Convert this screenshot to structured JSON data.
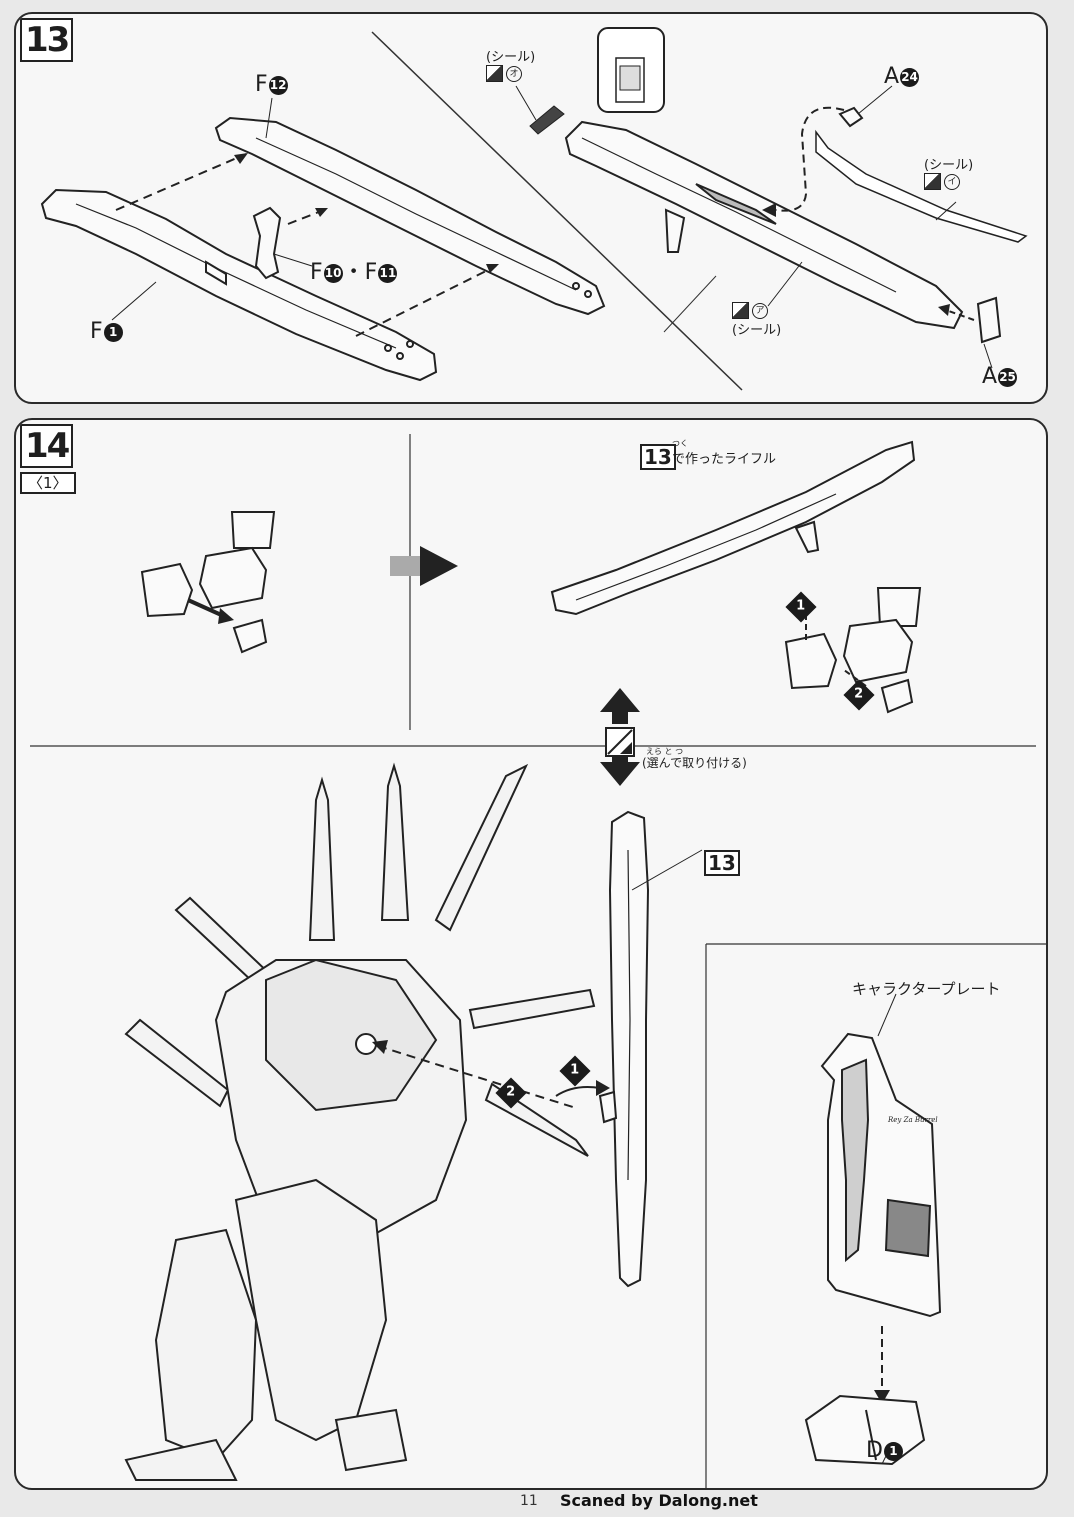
{
  "step13": {
    "number": "13",
    "parts": {
      "f12": {
        "letter": "F",
        "num": "12"
      },
      "f1": {
        "letter": "F",
        "num": "1"
      },
      "f10": {
        "letter": "F",
        "num": "10"
      },
      "f11": {
        "letter": "F",
        "num": "11"
      },
      "joiner": "・",
      "a24": {
        "letter": "A",
        "num": "24"
      },
      "a25": {
        "letter": "A",
        "num": "25"
      }
    },
    "sticker_o": {
      "label": "(シール)",
      "mark": "オ"
    },
    "sticker_i": {
      "label": "(シール)",
      "mark": "イ"
    },
    "sticker_a": {
      "label": "(シール)",
      "mark": "ア"
    }
  },
  "step14": {
    "number": "14",
    "substep": "〈1〉",
    "rifle_ref": "13",
    "rifle_caption": "で作ったライフル",
    "rifle_furigana": "つく",
    "choose_caption": "(選んで取り付ける)",
    "choose_furigana": "えら    と  つ",
    "badge_1": "1",
    "badge_2": "2",
    "rifle_ref_2": "13",
    "character_plate": "キャラクタープレート",
    "stand_part": {
      "letter": "D",
      "num": "1"
    },
    "plate_name": "Rey Za Burrel"
  },
  "footer": {
    "page_number": "11",
    "credit": "Scaned by Dalong.net"
  },
  "colors": {
    "panel_bg": "#f7f7f7",
    "page_bg": "#e9e9e9",
    "ink": "#1e1e1e"
  }
}
